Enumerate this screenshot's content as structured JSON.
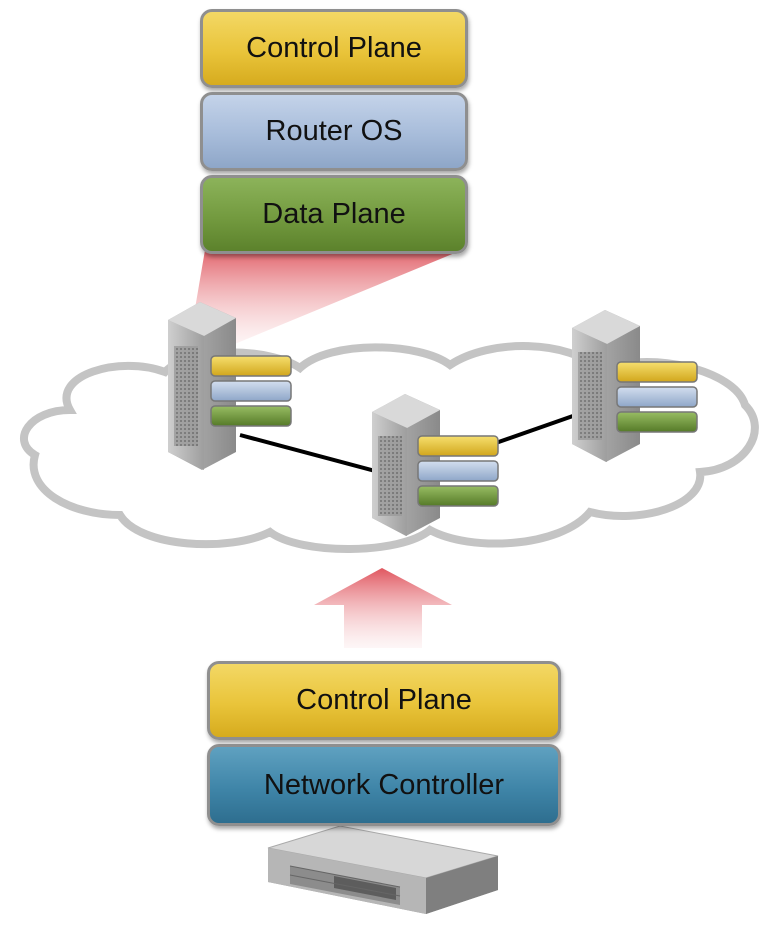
{
  "top_stack": {
    "control_plane": "Control Plane",
    "router_os": "Router OS",
    "data_plane": "Data Plane"
  },
  "bottom_stack": {
    "control_plane": "Control Plane",
    "network_controller": "Network Controller"
  },
  "colors": {
    "control_plane": "#e9c43a",
    "router_os": "#a7bcda",
    "data_plane": "#739a3f",
    "network_controller": "#3f85a8",
    "arrow": "#e0626a",
    "cloud_border": "#bdbdbd"
  }
}
